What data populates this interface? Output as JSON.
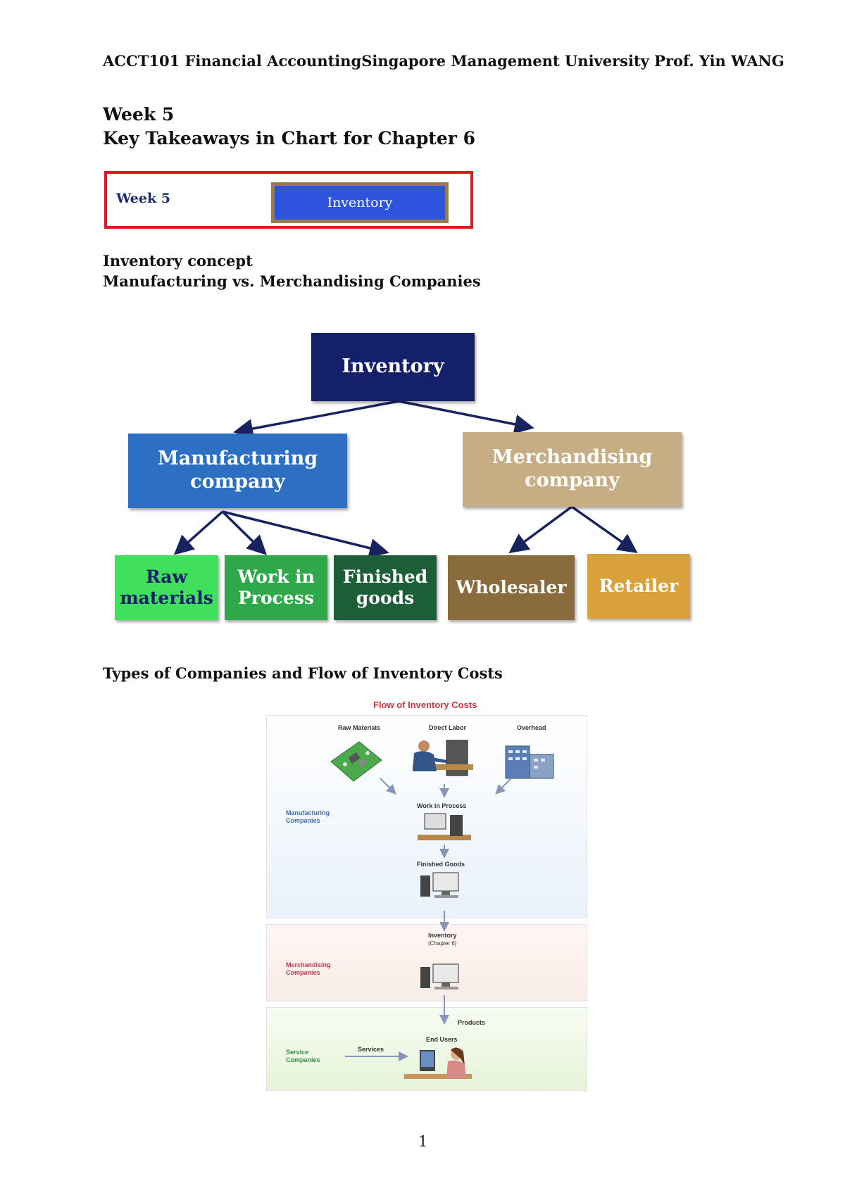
{
  "header": "ACCT101 Financial AccountingSingapore Management University  Prof. Yin WANG",
  "week_title": "Week 5",
  "key_title": "Key Takeaways in Chart for Chapter 6",
  "nav_box": {
    "week": "Week 5",
    "topic": "Inventory"
  },
  "section1": {
    "line1": "Inventory concept",
    "line2": "Manufacturing vs. Merchandising Companies"
  },
  "tree": {
    "root": "Inventory",
    "manufacturing": {
      "line1": "Manufacturing",
      "line2": "company"
    },
    "merchandising": {
      "line1": "Merchandising",
      "line2": "company"
    },
    "raw": {
      "line1": "Raw",
      "line2": "materials"
    },
    "wip": {
      "line1": "Work in",
      "line2": "Process"
    },
    "finished": {
      "line1": "Finished",
      "line2": "goods"
    },
    "wholesaler": "Wholesaler",
    "retailer": "Retailer",
    "colors": {
      "root": "#14206a",
      "manufacturing": "#2d6fc2",
      "merchandising": "#c6ad84",
      "raw": "#40e05c",
      "wip": "#2ea84a",
      "finished": "#1c5e38",
      "wholesaler": "#8a6c3c",
      "retailer": "#d9a13c",
      "arrow": "#16235f"
    }
  },
  "section2": "Types of Companies and Flow of Inventory Costs",
  "flow": {
    "title": "Flow of Inventory Costs",
    "raw_materials": "Raw Materials",
    "direct_labor": "Direct Labor",
    "overhead": "Overhead",
    "manufacturing": {
      "line1": "Manufacturing",
      "line2": "Companies"
    },
    "wip": "Work in Process",
    "finished_goods": "Finished Goods",
    "inventory": "Inventory",
    "chapter": "(Chapter 6)",
    "merchandising": {
      "line1": "Merchandising",
      "line2": "Companies"
    },
    "products": "Products",
    "end_users": "End Users",
    "service": {
      "line1": "Service",
      "line2": "Companies"
    },
    "services": "Services",
    "colors": {
      "title": "#d1363a",
      "manufacturing": "#3b6fb0",
      "merchandising": "#c43a4a",
      "service": "#2f8f45"
    }
  },
  "page_number": "1"
}
